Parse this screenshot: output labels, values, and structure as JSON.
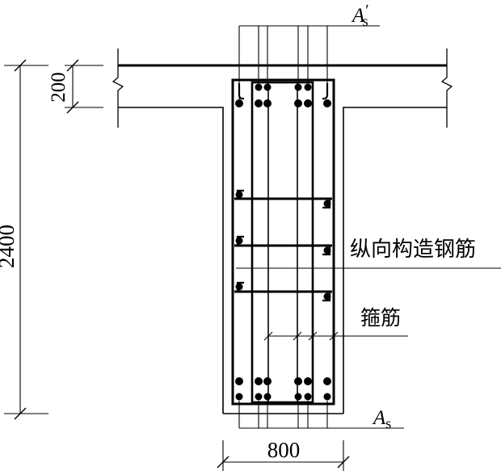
{
  "labels": {
    "as_prime": {
      "main": "A",
      "prime": "′",
      "sub": "s"
    },
    "as_bottom": {
      "main": "A",
      "sub": "s"
    },
    "longitudinal": "纵向构造钢筋",
    "stirrup": "箍筋"
  },
  "dimensions": {
    "height": "2400",
    "slab": "200",
    "width": "800"
  },
  "colors": {
    "ink": "#000000",
    "paper": "#ffffff"
  }
}
